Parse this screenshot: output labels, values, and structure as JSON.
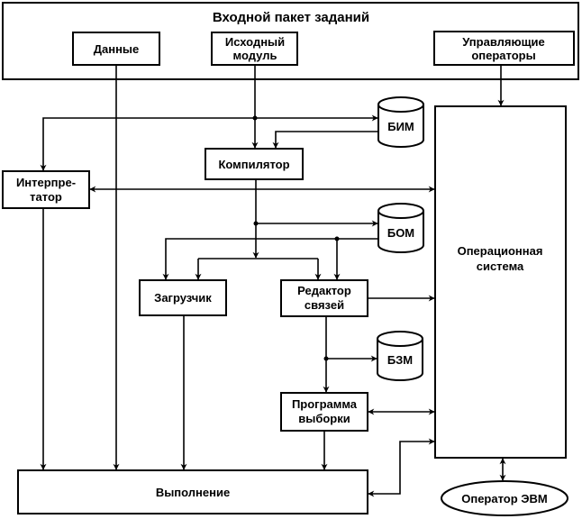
{
  "diagram": {
    "input_package": {
      "title": "Входной пакет заданий",
      "data": "Данные",
      "source_module": [
        "Исходный",
        "модуль"
      ],
      "control_operators": [
        "Управляющие",
        "операторы"
      ]
    },
    "storages": {
      "bim": "БИМ",
      "bom": "БОМ",
      "bzm": "БЗМ"
    },
    "blocks": {
      "compiler": "Компилятор",
      "interpreter": [
        "Интерпре-",
        "татор"
      ],
      "loader": "Загрузчик",
      "link_editor": [
        "Редактор",
        "связей"
      ],
      "fetch_program": [
        "Программа",
        "выборки"
      ],
      "operating_system": [
        "Операционная",
        "система"
      ],
      "execution": "Выполнение",
      "computer_operator": "Оператор ЭВМ"
    },
    "colors": {
      "stroke": "#000000",
      "background": "#ffffff"
    }
  }
}
